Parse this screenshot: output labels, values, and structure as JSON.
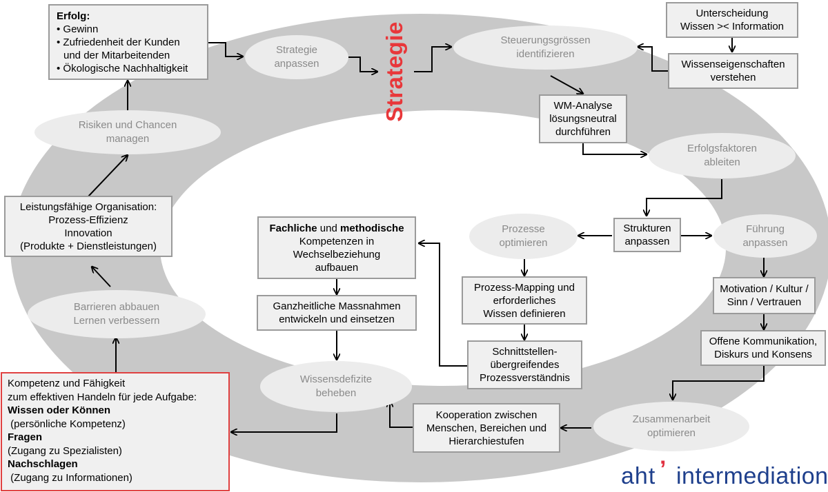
{
  "strategie": "Strategie",
  "erfolg": {
    "title": "Erfolg:",
    "items": [
      "Gewinn",
      "Zufriedenheit  der Kunden",
      "und der Mitarbeitenden",
      "Ökologische Nachhaltigkeit"
    ]
  },
  "ovals": {
    "strategie_anpassen": [
      "Strategie",
      "anpassen"
    ],
    "steuerungsgroessen": [
      "Steuerungsgrössen",
      "identifizieren"
    ],
    "risiken": [
      "Risiken und Chancen",
      "managen"
    ],
    "erfolgsfaktoren": [
      "Erfolgsfaktoren",
      "ableiten"
    ],
    "prozesse": [
      "Prozesse",
      "optimieren"
    ],
    "fuehrung": [
      "Führung",
      "anpassen"
    ],
    "barrieren": [
      "Barrieren abbauen",
      "Lernen verbessern"
    ],
    "wissensdefizite": [
      "Wissensdefizite",
      "beheben"
    ],
    "zusammenarbeit": [
      "Zusammenarbeit",
      "optimieren"
    ]
  },
  "boxes": {
    "unterscheidung": [
      "Unterscheidung",
      "Wissen >< Information"
    ],
    "wissenseigenschaften": [
      "Wissenseigenschaften",
      "verstehen"
    ],
    "wm_analyse": [
      "WM-Analyse",
      "lösungsneutral",
      "durchführen"
    ],
    "leistungsfaehige": [
      "Leistungsfähige Organisation:",
      "Prozess-Effizienz",
      "Innovation",
      "(Produkte + Dienstleistungen)"
    ],
    "fachliche": {
      "bold1": "Fachliche",
      "mid": " und ",
      "bold2": "methodische",
      "lines": [
        "Kompetenzen in",
        "Wechselbeziehung",
        "aufbauen"
      ]
    },
    "strukturen": [
      "Strukturen",
      "anpassen"
    ],
    "ganzheitliche": [
      "Ganzheitliche Massnahmen",
      "entwickeln und einsetzen"
    ],
    "prozess_mapping": [
      "Prozess-Mapping und",
      "erforderliches",
      "Wissen definieren"
    ],
    "motivation": [
      "Motivation / Kultur /",
      "Sinn / Vertrauen"
    ],
    "schnittstellen": [
      "Schnittstellen-",
      "übergreifendes",
      "Prozessverständnis"
    ],
    "offene": [
      "Offene Kommunikation,",
      "Diskurs und Konsens"
    ],
    "kooperation": [
      "Kooperation zwischen",
      "Menschen, Bereichen und",
      "Hierarchiestufen"
    ]
  },
  "kompetenz": {
    "intro": [
      "Kompetenz und Fähigkeit",
      "zum effektiven Handeln für jede Aufgabe:"
    ],
    "h1": "Wissen oder Können",
    "t1": " (persönliche Kompetenz)",
    "h2": "Fragen",
    "t2": "(Zugang zu Spezialisten)",
    "h3": "Nachschlagen",
    "t3": " (Zugang zu Informationen)"
  },
  "logo": {
    "aht": "aht",
    "tick": "’",
    "name": "intermediation"
  },
  "colors": {
    "ring": "#c8c8c8",
    "oval": "#ececec",
    "box": "#f0f0f0",
    "box_border": "#9a9a9a",
    "accent_red": "#e8373a",
    "logo_blue": "#1e3f8c"
  }
}
